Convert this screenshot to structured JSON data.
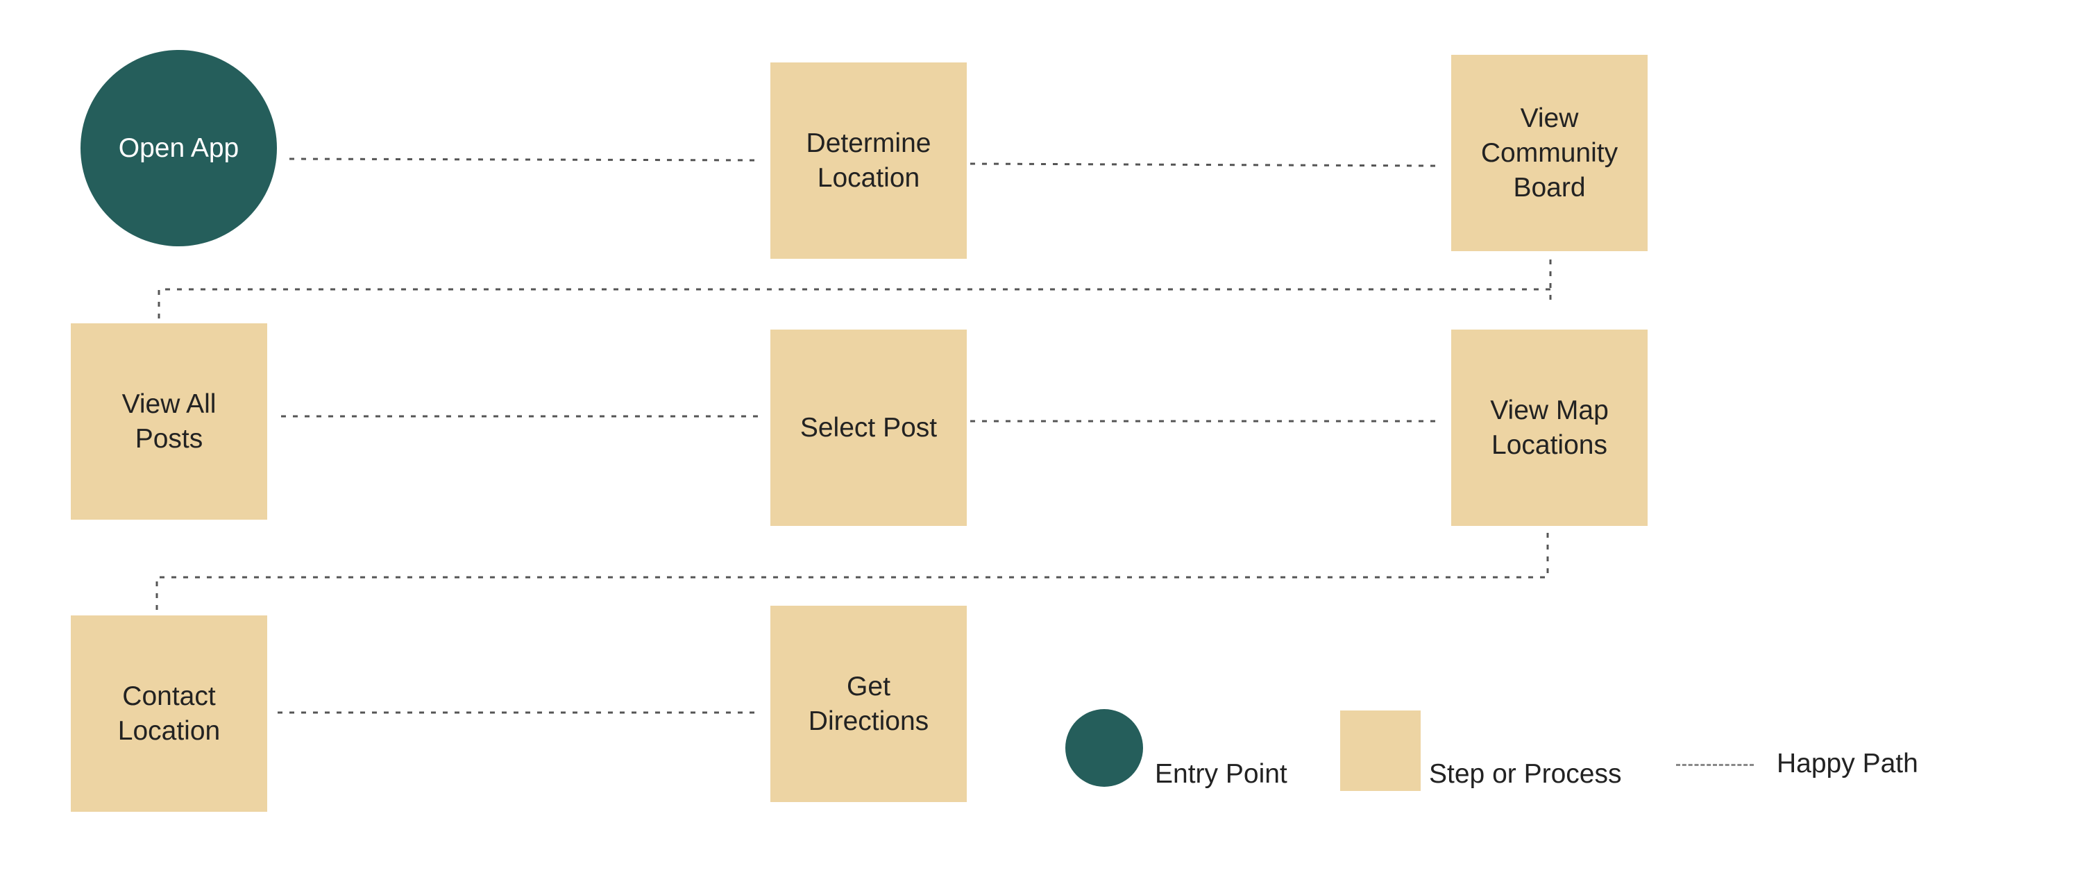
{
  "nodes": {
    "open_app": "Open App",
    "determine_location": "Determine\nLocation",
    "view_community_board": "View\nCommunity\nBoard",
    "view_all_posts": "View All\nPosts",
    "select_post": "Select Post",
    "view_map_locations": "View Map\nLocations",
    "contact_location": "Contact\nLocation",
    "get_directions": "Get\nDirections"
  },
  "legend": {
    "entry_point": "Entry Point",
    "step_or_process": "Step or Process",
    "happy_path": "Happy Path"
  },
  "colors": {
    "entry_point": "#255e5b",
    "step": "#edd4a3",
    "path": "#555555"
  }
}
